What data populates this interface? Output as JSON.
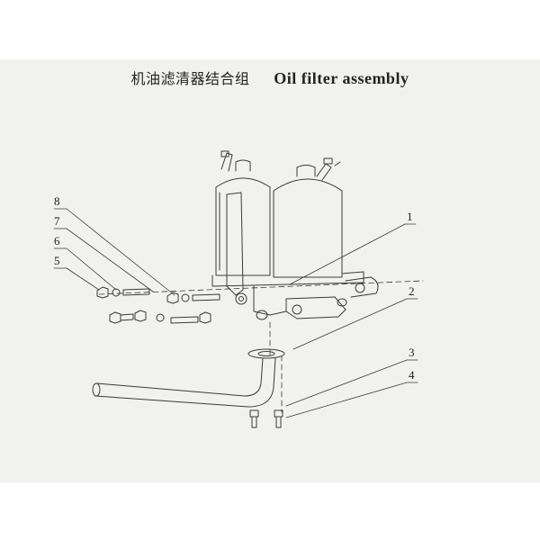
{
  "title": {
    "zh": "机油滤清器结合组",
    "en": "Oil filter assembly"
  },
  "callouts": [
    "1",
    "2",
    "3",
    "4",
    "5",
    "6",
    "7",
    "8"
  ],
  "colors": {
    "line": "#3a3a3a",
    "paper": "#f1f1ef",
    "background": "#ffffff"
  }
}
